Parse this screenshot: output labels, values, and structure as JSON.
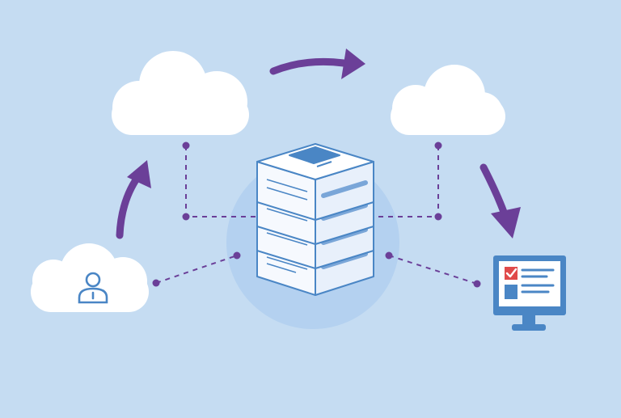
{
  "colors": {
    "background": "#c5dcf2",
    "cloud_fill": "#ffffff",
    "connector": "#6b3f98",
    "arrow": "#6b3f98",
    "server_fill": "#f6f9fe",
    "server_stroke": "#4a86c5",
    "server_glow": "#a9c9ee",
    "monitor_frame": "#4a86c5",
    "monitor_screen": "#ffffff",
    "check_red": "#e04a4a",
    "text_lines": "#4a86c5"
  },
  "icons": {
    "left_cloud": "cloud-icon",
    "right_cloud": "cloud-icon",
    "user_cloud": "cloud-icon",
    "user": "user-icon",
    "server": "server-rack-icon",
    "monitor": "monitor-icon",
    "checkbox": "checkbox-checked-icon"
  },
  "flow": {
    "arrows": [
      "user-cloud-to-left-cloud",
      "left-cloud-to-right-cloud",
      "right-cloud-to-monitor"
    ]
  }
}
